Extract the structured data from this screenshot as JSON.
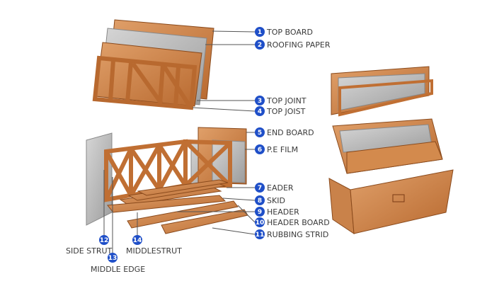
{
  "colors": {
    "badge": "#1f4fc8",
    "wood": "#c97a3c",
    "wood_dark": "#9a5424",
    "paper": "#bdbdbd",
    "text": "#3a3a3a"
  },
  "labels": [
    {
      "n": "1",
      "text": "TOP BOARD"
    },
    {
      "n": "2",
      "text": "ROOFING PAPER"
    },
    {
      "n": "3",
      "text": "TOP JOINT"
    },
    {
      "n": "4",
      "text": "TOP JOIST"
    },
    {
      "n": "5",
      "text": "END BOARD"
    },
    {
      "n": "6",
      "text": "P.E FILM"
    },
    {
      "n": "7",
      "text": "EADER"
    },
    {
      "n": "8",
      "text": "SKID"
    },
    {
      "n": "9",
      "text": "HEADER"
    },
    {
      "n": "10",
      "text": "HEADER BOARD"
    },
    {
      "n": "11",
      "text": "RUBBING STRID"
    },
    {
      "n": "12",
      "text": "SIDE STRUT"
    },
    {
      "n": "13",
      "text": "MIDDLE EDGE"
    },
    {
      "n": "14",
      "text": "MIDDLESTRUT"
    }
  ]
}
